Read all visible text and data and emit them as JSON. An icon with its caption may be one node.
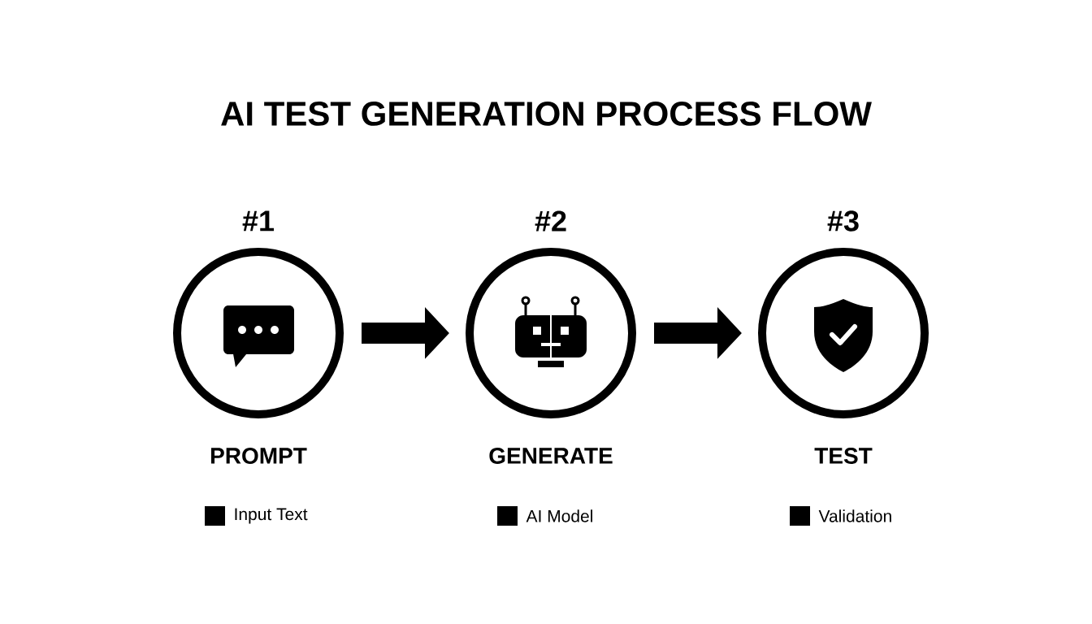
{
  "diagram": {
    "title": "AI TEST GENERATION PROCESS FLOW",
    "nodes": [
      {
        "text": [
          "#1",
          "PROMPT"
        ],
        "beside": [
          "Input Text"
        ]
      },
      {
        "text": [
          "#2",
          "GENERATE"
        ],
        "beside": [
          "AI Model"
        ]
      },
      {
        "text": [
          "#3",
          "TEST"
        ],
        "beside": [
          "Validation"
        ]
      }
    ],
    "edges": [
      {
        "from": 0,
        "to": 1,
        "arrow": "to"
      },
      {
        "from": 1,
        "to": 2,
        "arrow": "to"
      }
    ]
  }
}
